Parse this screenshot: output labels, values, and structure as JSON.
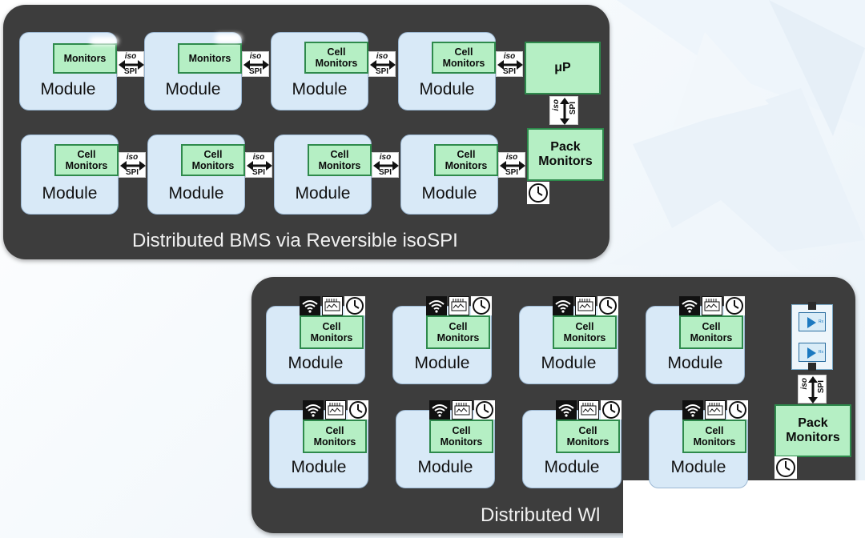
{
  "colors": {
    "panel": "#3d3d3d",
    "module_fill": "#d8e9f7",
    "monitor_fill": "#b5efc4",
    "monitor_border": "#2e8a4c",
    "caption_text": "#f1f1f1"
  },
  "top_diagram": {
    "caption": "Distributed BMS via Reversible isoSPI",
    "row1": [
      {
        "module": "Module",
        "monitor": "Monitors"
      },
      {
        "module": "Module",
        "monitor": "Monitors"
      },
      {
        "module": "Module",
        "monitor": "Cell\nMonitors"
      },
      {
        "module": "Module",
        "monitor": "Cell\nMonitors"
      }
    ],
    "row2": [
      {
        "module": "Module",
        "monitor": "Cell\nMonitors"
      },
      {
        "module": "Module",
        "monitor": "Cell\nMonitors"
      },
      {
        "module": "Module",
        "monitor": "Cell\nMonitors"
      },
      {
        "module": "Module",
        "monitor": "Cell\nMonitors"
      }
    ],
    "link": {
      "iso": "iso",
      "spi": "SPI"
    },
    "microcontroller": "μP",
    "pack_monitors": "Pack\nMonitors",
    "vertical_link": {
      "iso": "iso",
      "spi": "SPI"
    }
  },
  "bottom_diagram": {
    "caption": "Distributed Wl",
    "row1": [
      {
        "module": "Module",
        "monitor": "Cell\nMonitors"
      },
      {
        "module": "Module",
        "monitor": "Cell\nMonitors"
      },
      {
        "module": "Module",
        "monitor": "Cell\nMonitors"
      },
      {
        "module": "Module",
        "monitor": "Cell\nMonitors"
      }
    ],
    "row2": [
      {
        "module": "Module",
        "monitor": "Cell\nMonitors"
      },
      {
        "module": "Module",
        "monitor": "Cell\nMonitors"
      },
      {
        "module": "Module",
        "monitor": "Cell\nMonitors"
      },
      {
        "module": "Module",
        "monitor": "Cell\nMonitors"
      }
    ],
    "icons": [
      "wifi-icon",
      "chip-icon",
      "clock-icon"
    ],
    "pack_monitors": "Pack\nMonitors",
    "vertical_link": {
      "iso": "iso",
      "spi": "SPI"
    }
  }
}
